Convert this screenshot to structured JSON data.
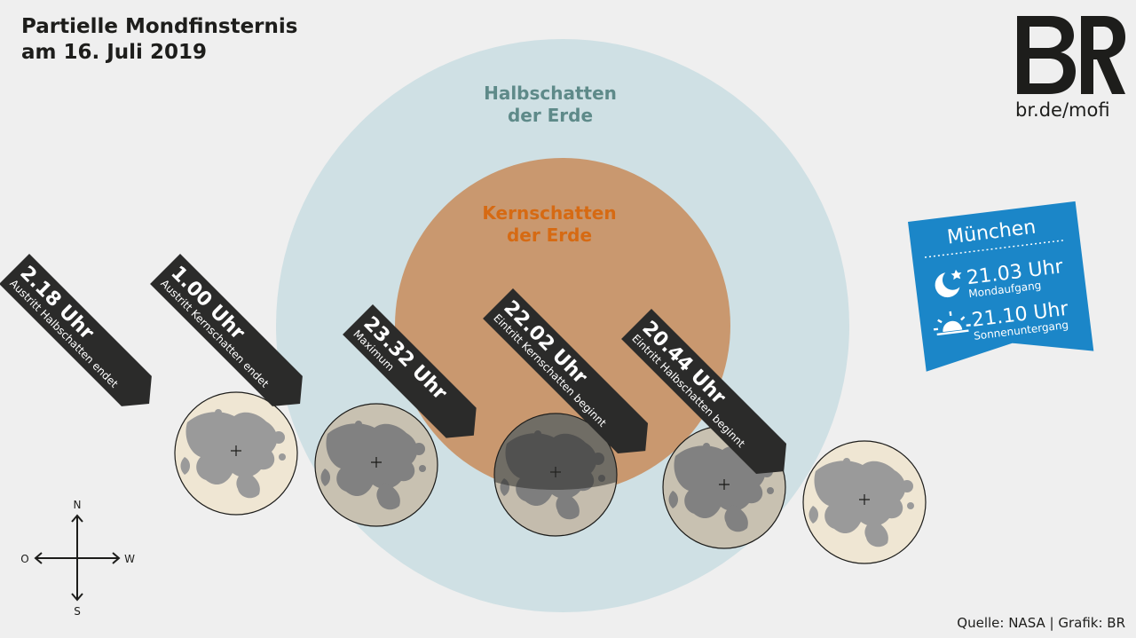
{
  "title": {
    "line1": "Partielle Mondfinsternis",
    "line2": "am 16. Juli 2019"
  },
  "logo": {
    "mark": "BR",
    "url": "br.de/mofi"
  },
  "shadows": {
    "penumbra": {
      "line1": "Halbschatten",
      "line2": "der Erde"
    },
    "umbra": {
      "line1": "Kernschatten",
      "line2": "der Erde"
    }
  },
  "events": [
    {
      "time": "2.18 Uhr",
      "desc": "Austritt Halbschatten endet"
    },
    {
      "time": "1.00 Uhr",
      "desc": "Austritt Kernschatten endet"
    },
    {
      "time": "23.32 Uhr",
      "desc": "Maximum"
    },
    {
      "time": "22.02 Uhr",
      "desc": "Eintritt Kernschatten beginnt"
    },
    {
      "time": "20.44 Uhr",
      "desc": "Eintritt Halbschatten beginnt"
    }
  ],
  "infobox": {
    "city": "München",
    "moonrise_time": "21.03 Uhr",
    "moonrise_label": "Mondaufgang",
    "moon_icon": "moon-icon",
    "sunset_time": "21.10 Uhr",
    "sunset_label": "Sonnenuntergang",
    "sun_icon": "sunset-icon"
  },
  "compass": {
    "north": "N",
    "south": "S",
    "east": "O",
    "west": "W"
  },
  "source": "Quelle: NASA | Grafik: BR",
  "colors": {
    "background": "#efefef",
    "penumbra": "#cfe0e4",
    "umbra": "#c9986f",
    "umbra_label": "#d66a13",
    "penumbra_label": "#5e8a89",
    "tag": "#2b2b2a",
    "infobox": "#1b86c8"
  }
}
